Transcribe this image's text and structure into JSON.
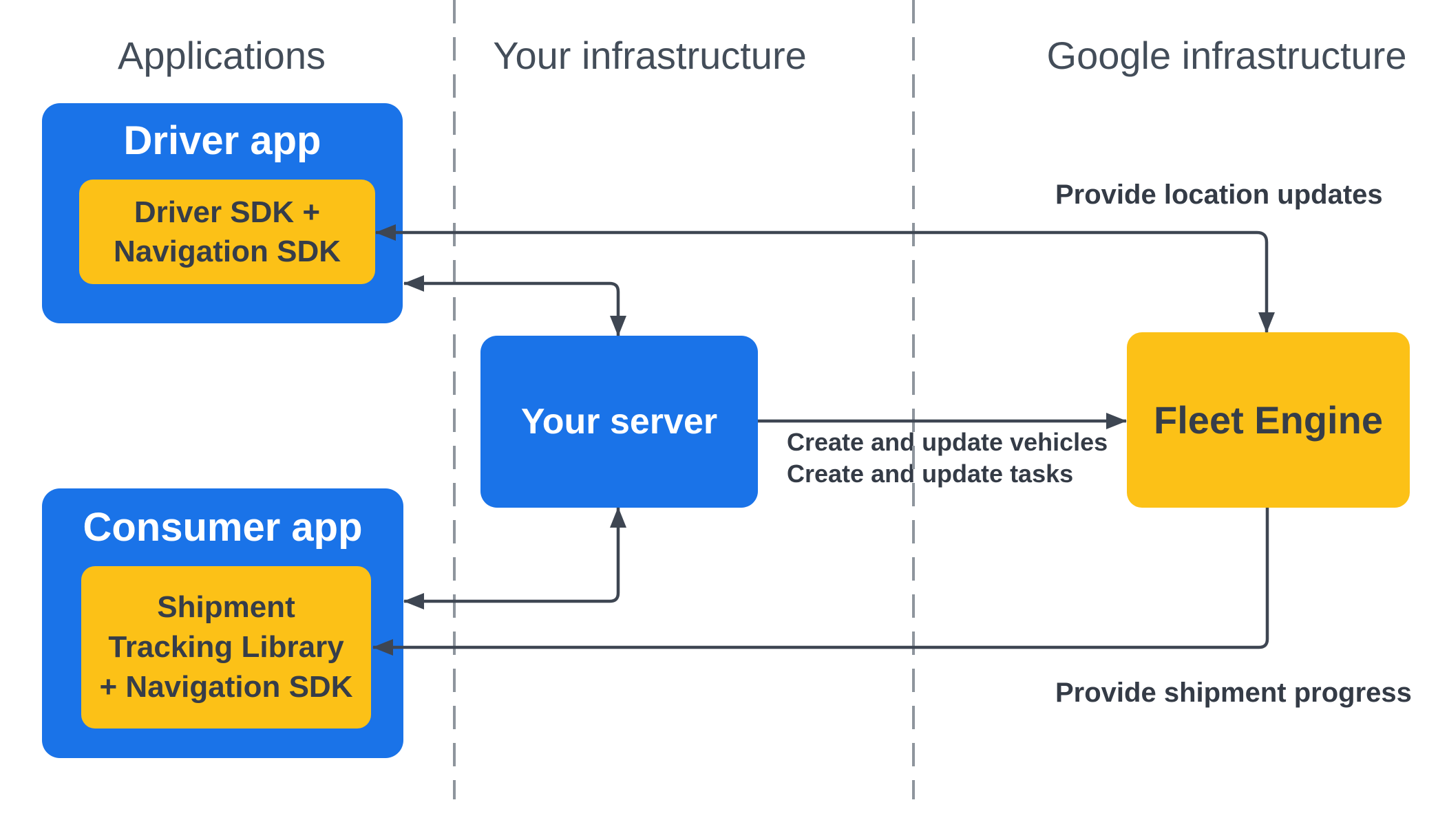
{
  "colors": {
    "blue": "#1A73E8",
    "yellow": "#FCC117",
    "arrow": "#3E4652",
    "dark-text": "#363D49",
    "label-text": "#343B46",
    "header-text": "#434D59",
    "divider": "#8E959D",
    "background": "#FFFFFF",
    "white-text": "#FFFFFF"
  },
  "headers": {
    "applications": "Applications",
    "your_infrastructure": "Your infrastructure",
    "google_infrastructure": "Google infrastructure"
  },
  "nodes": {
    "driver_app": {
      "title": "Driver app"
    },
    "driver_sdk": {
      "lines": [
        "Driver SDK +",
        "Navigation SDK"
      ]
    },
    "your_server": {
      "title": "Your server"
    },
    "fleet_engine": {
      "title": "Fleet Engine"
    },
    "consumer_app": {
      "title": "Consumer app"
    },
    "shipment_sdk": {
      "lines": [
        "Shipment",
        "Tracking Library",
        "+ Navigation SDK"
      ]
    }
  },
  "edge_labels": {
    "location_updates": "Provide location updates",
    "create_vehicles": "Create and update vehicles",
    "create_tasks": "Create and update tasks",
    "shipment_progress": "Provide shipment progress"
  }
}
